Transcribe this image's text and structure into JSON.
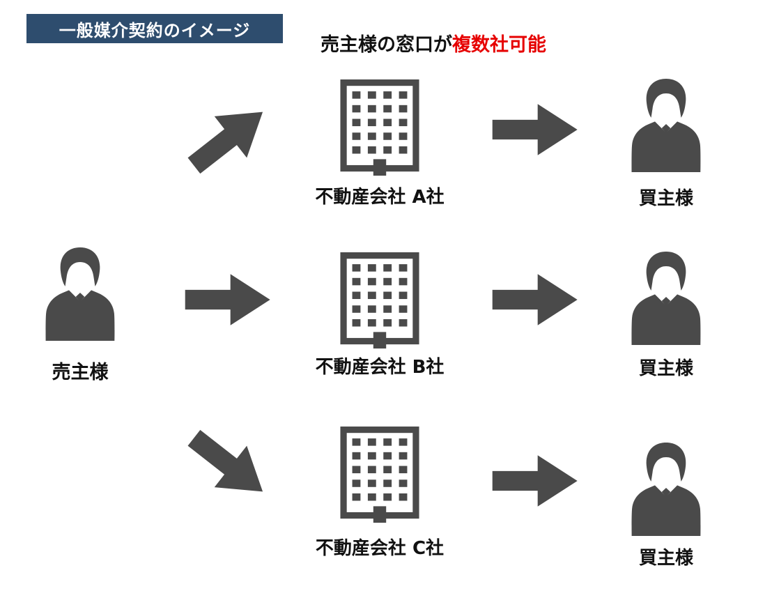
{
  "header": {
    "title": "一般媒介契約のイメージ",
    "subtitle_prefix": "売主様の窓口が",
    "subtitle_highlight": "複数社可能"
  },
  "seller": {
    "label": "売主様"
  },
  "rows": [
    {
      "company": "不動産会社 A社",
      "buyer": "買主様",
      "inbound_arrow": "arrow-up-right",
      "outbound_arrow": "arrow-right"
    },
    {
      "company": "不動産会社 B社",
      "buyer": "買主様",
      "inbound_arrow": "arrow-right",
      "outbound_arrow": "arrow-right"
    },
    {
      "company": "不動産会社 C社",
      "buyer": "買主様",
      "inbound_arrow": "arrow-down-right",
      "outbound_arrow": "arrow-right"
    }
  ],
  "icons": {
    "seller": "person-icon",
    "buyer": "person-icon",
    "company": "building-icon"
  },
  "colors": {
    "badge_background": "#2e4d6e",
    "badge_text": "#ffffff",
    "icon_gray": "#4a4a4a",
    "highlight_red": "#e60000",
    "label_text": "#111111"
  }
}
